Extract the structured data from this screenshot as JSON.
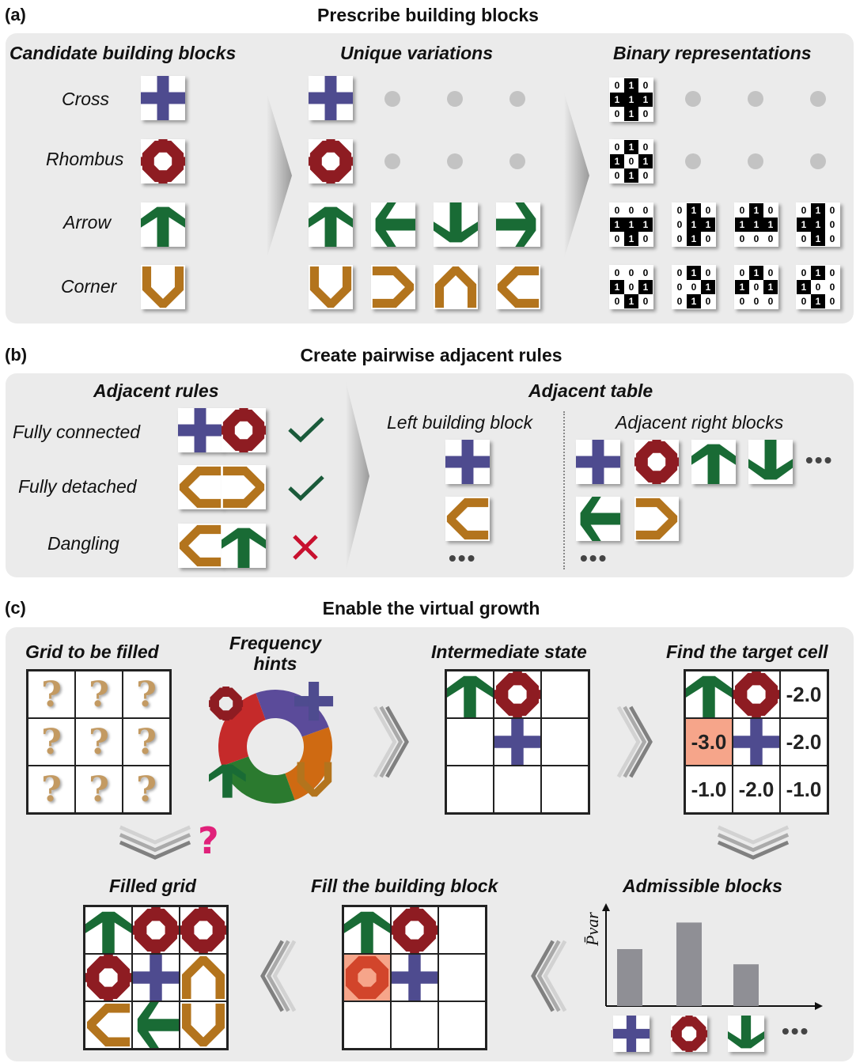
{
  "colors": {
    "cross": "#4e4b8f",
    "rhombus": "#8e1c22",
    "arrow": "#196b35",
    "corner": "#b3741d",
    "check": "#1a5a3a",
    "cross_mark": "#c8102e",
    "highlight": "#f6a58a",
    "pink": "#e0217a"
  },
  "panel_a": {
    "label": "(a)",
    "title": "Prescribe building blocks",
    "col1": "Candidate building blocks",
    "col2": "Unique variations",
    "col3": "Binary representations",
    "rows": [
      "Cross",
      "Rhombus",
      "Arrow",
      "Corner"
    ],
    "binaries": [
      [
        "0",
        "1",
        "0",
        "1",
        "1",
        "1",
        "0",
        "1",
        "0"
      ],
      [
        "0",
        "1",
        "0",
        "1",
        "0",
        "1",
        "0",
        "1",
        "0"
      ],
      [
        "0",
        "0",
        "0",
        "1",
        "1",
        "1",
        "0",
        "1",
        "0"
      ],
      [
        "0",
        "1",
        "0",
        "0",
        "1",
        "1",
        "0",
        "1",
        "0"
      ],
      [
        "0",
        "1",
        "0",
        "1",
        "1",
        "1",
        "0",
        "0",
        "0"
      ],
      [
        "0",
        "1",
        "0",
        "1",
        "1",
        "0",
        "0",
        "1",
        "0"
      ],
      [
        "0",
        "0",
        "0",
        "1",
        "0",
        "1",
        "0",
        "1",
        "0"
      ],
      [
        "0",
        "1",
        "0",
        "0",
        "0",
        "1",
        "0",
        "1",
        "0"
      ],
      [
        "0",
        "1",
        "0",
        "1",
        "0",
        "1",
        "0",
        "0",
        "0"
      ],
      [
        "0",
        "1",
        "0",
        "1",
        "0",
        "0",
        "0",
        "1",
        "0"
      ]
    ]
  },
  "panel_b": {
    "label": "(b)",
    "title": "Create pairwise adjacent rules",
    "rules_header": "Adjacent rules",
    "rules": [
      "Fully connected",
      "Fully detached",
      "Dangling"
    ],
    "check": "✓",
    "cross": "✕",
    "table_header": "Adjacent table",
    "left_header": "Left building block",
    "right_header": "Adjacent right blocks",
    "ellipsis": "•••"
  },
  "panel_c": {
    "label": "(c)",
    "title": "Enable the virtual growth",
    "grid_title": "Grid to be filled",
    "question": "?",
    "freq_title": "Frequency hints",
    "inter_title": "Intermediate state",
    "target_title": "Find the target cell",
    "target_values": [
      "-2.0",
      "-3.0",
      "-2.0",
      "-1.0",
      "-2.0",
      "-1.0"
    ],
    "admissible_title": "Admissible blocks",
    "y_axis": "P̄var",
    "bar_values": [
      0.6,
      0.88,
      0.44
    ],
    "fill_title": "Fill the building block",
    "filled_title": "Filled grid",
    "ellipsis": "•••"
  }
}
